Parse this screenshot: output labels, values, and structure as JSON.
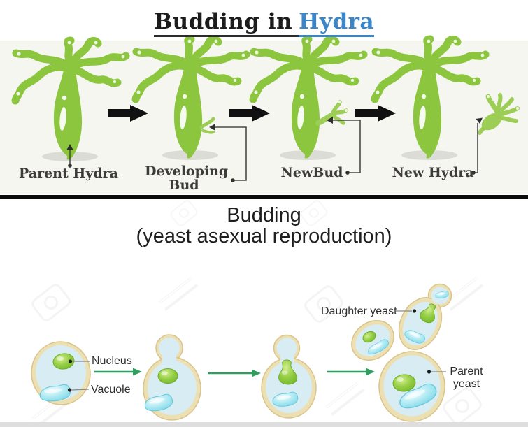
{
  "hydra_section": {
    "title_prefix": "Budding in",
    "title_link": "Hydra",
    "stage_labels": {
      "parent": "Parent Hydra",
      "developing": "Developing Bud",
      "new_bud": "NewBud",
      "new_hydra": "New Hydra"
    },
    "colors": {
      "body_green": "#8CC63E",
      "bud_green": "#9CCE55",
      "arrow_black": "#111111",
      "link_blue": "#3A86C8",
      "label_gray": "#3E3C3A",
      "panel_bg": "#F6F6F1"
    }
  },
  "yeast_section": {
    "title_line1": "Budding",
    "title_line2": "(yeast asexual reproduction)",
    "labels": {
      "nucleus": "Nucleus",
      "vacuole": "Vacuole",
      "daughter": "Daughter yeast",
      "parent": "Parent yeast"
    },
    "colors": {
      "cell_wall": "#ECDFB2",
      "cytoplasm": "#D8ECF4",
      "nucleus_green": "#85C437",
      "vacuole_cyan": "#8FDFEC",
      "arrow_green": "#2F9E5F"
    }
  }
}
